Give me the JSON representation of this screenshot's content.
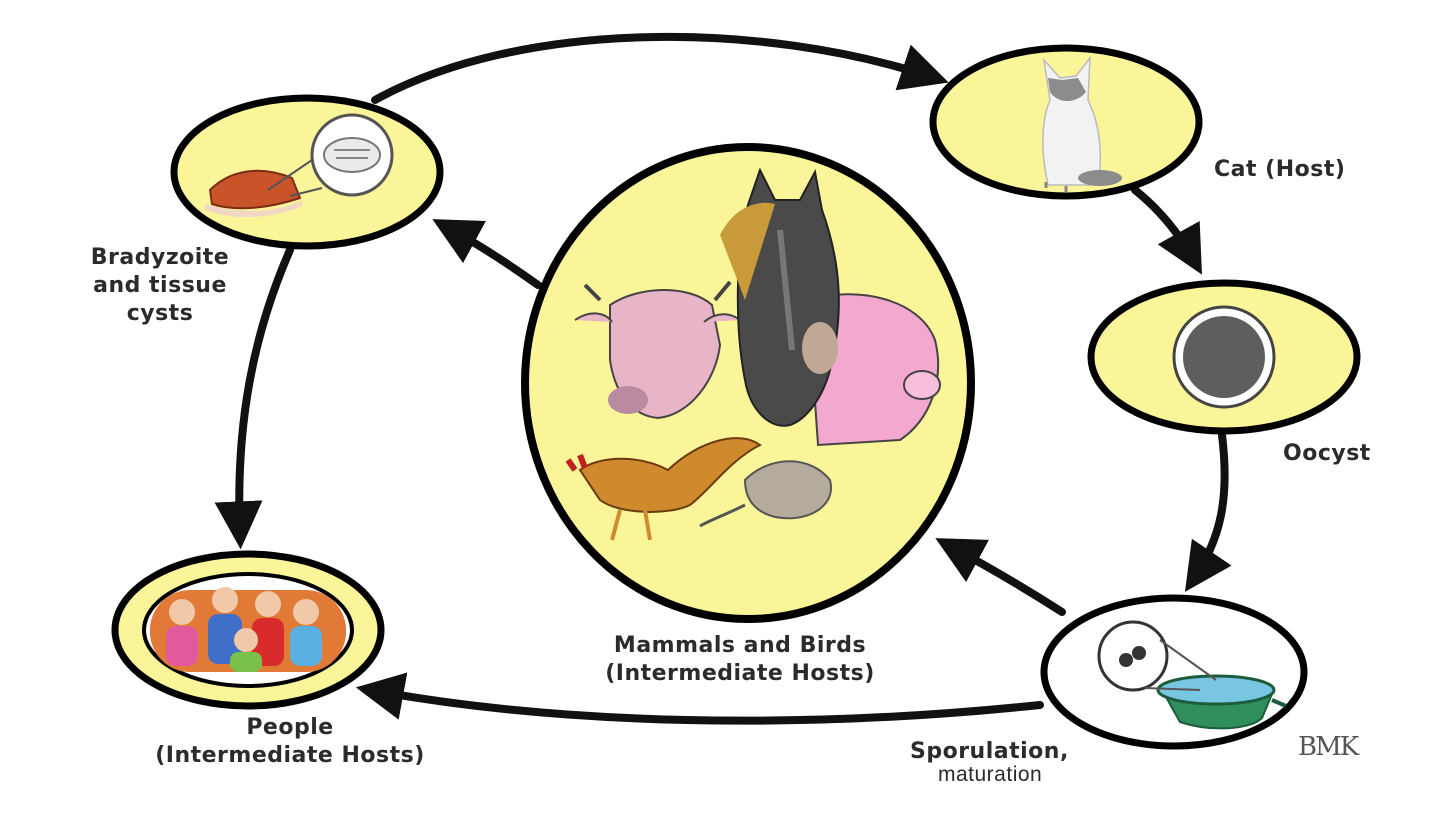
{
  "labels": {
    "cat": "Cat (Host)",
    "oocyst": "Oocyst",
    "sporulation": "Sporulation,",
    "maturation": "maturation",
    "mammals_line1": "Mammals and Birds",
    "mammals_line2": "(Intermediate Hosts)",
    "people_line1": "People",
    "people_line2": "(Intermediate Hosts)",
    "brady_line1": "Bradyzoite",
    "brady_line2": "and tissue",
    "brady_line3": "cysts"
  },
  "signature": "BMK",
  "colors": {
    "fill_yellow": "#fbf59a",
    "outline": "#000000",
    "arrow": "#111111",
    "oocyst_core": "#5e5e5e"
  }
}
